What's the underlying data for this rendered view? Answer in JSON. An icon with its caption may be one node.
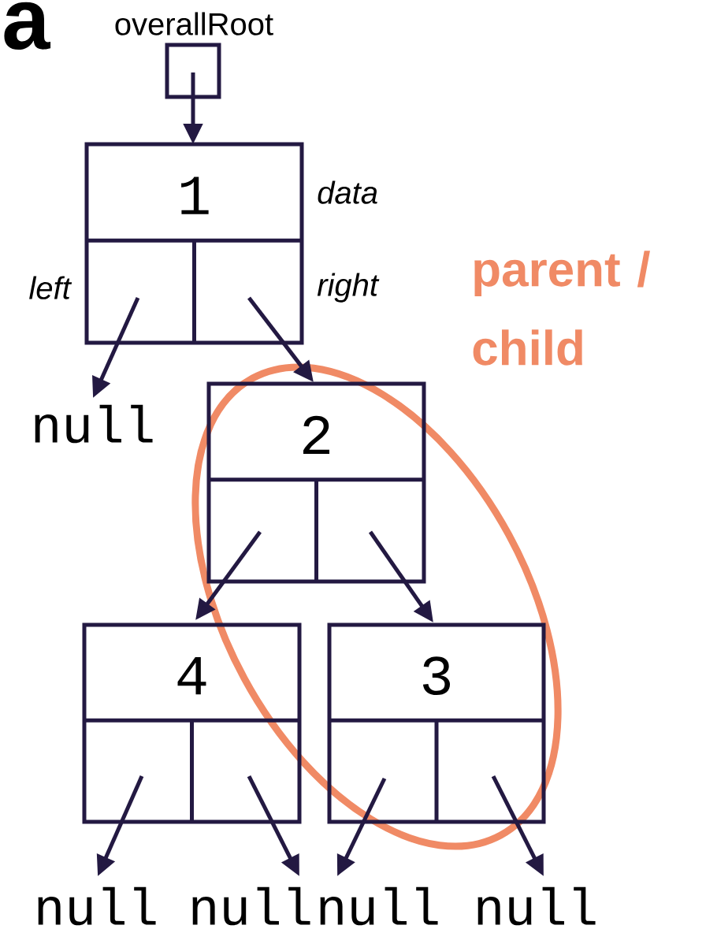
{
  "diagram": {
    "nodes": [
      {
        "text": [
          "overallRoot"
        ]
      },
      {
        "text": [
          "1"
        ],
        "beside": [
          "data",
          "left",
          "right"
        ]
      },
      {
        "text": [
          "null"
        ]
      },
      {
        "text": [
          "2"
        ]
      },
      {
        "text": [
          "4"
        ]
      },
      {
        "text": [
          "3"
        ]
      },
      {
        "text": [
          "null"
        ]
      },
      {
        "text": [
          "null"
        ]
      },
      {
        "text": [
          "null"
        ]
      },
      {
        "text": [
          "null"
        ]
      }
    ],
    "edges": [
      {
        "from": 0,
        "to": 1,
        "arrow": "to"
      },
      {
        "from": 1,
        "to": 2,
        "arrow": "to"
      },
      {
        "from": 1,
        "to": 3,
        "arrow": "to"
      },
      {
        "from": 3,
        "to": 4,
        "arrow": "to"
      },
      {
        "from": 3,
        "to": 5,
        "arrow": "to"
      },
      {
        "from": 4,
        "to": 6,
        "arrow": "to"
      },
      {
        "from": 4,
        "to": 7,
        "arrow": "to"
      },
      {
        "from": 5,
        "to": 8,
        "arrow": "to"
      },
      {
        "from": 5,
        "to": 9,
        "arrow": "to"
      }
    ],
    "labels": [
      "a",
      "parent / child"
    ]
  }
}
